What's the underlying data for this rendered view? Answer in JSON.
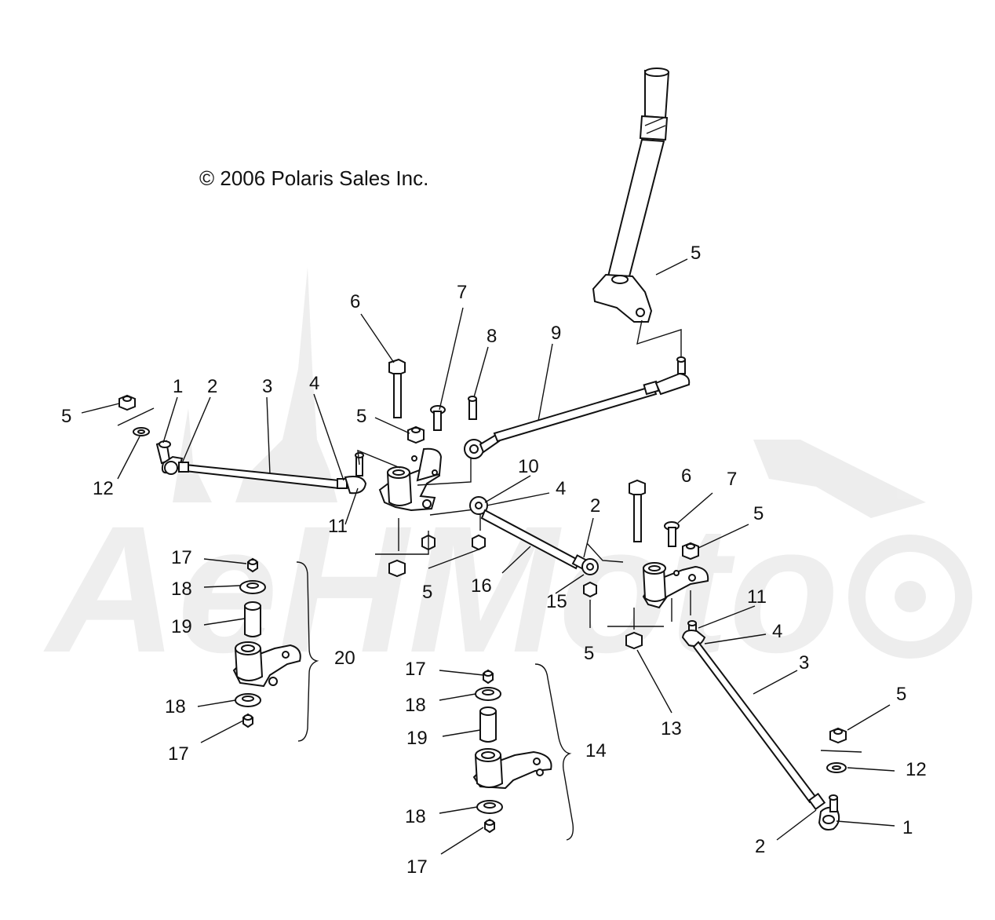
{
  "copyright": "© 2006 Polaris Sales Inc.",
  "watermark": {
    "text": "AeHMoto",
    "color": "#e8e8e8"
  },
  "colors": {
    "line": "#111111",
    "background": "#ffffff"
  },
  "callouts": [
    {
      "id": "c-1a",
      "text": "1"
    },
    {
      "id": "c-2a",
      "text": "2"
    },
    {
      "id": "c-3a",
      "text": "3"
    },
    {
      "id": "c-4a",
      "text": "4"
    },
    {
      "id": "c-5a",
      "text": "5"
    },
    {
      "id": "c-12a",
      "text": "12"
    },
    {
      "id": "c-6a",
      "text": "6"
    },
    {
      "id": "c-7a",
      "text": "7"
    },
    {
      "id": "c-8",
      "text": "8"
    },
    {
      "id": "c-9",
      "text": "9"
    },
    {
      "id": "c-5b",
      "text": "5"
    },
    {
      "id": "c-5c",
      "text": "5"
    },
    {
      "id": "c-10",
      "text": "10"
    },
    {
      "id": "c-4b",
      "text": "4"
    },
    {
      "id": "c-11a",
      "text": "11"
    },
    {
      "id": "c-5d",
      "text": "5"
    },
    {
      "id": "c-16",
      "text": "16"
    },
    {
      "id": "c-2b",
      "text": "2"
    },
    {
      "id": "c-15",
      "text": "15"
    },
    {
      "id": "c-6b",
      "text": "6"
    },
    {
      "id": "c-7b",
      "text": "7"
    },
    {
      "id": "c-5e",
      "text": "5"
    },
    {
      "id": "c-5f",
      "text": "5"
    },
    {
      "id": "c-11b",
      "text": "11"
    },
    {
      "id": "c-4c",
      "text": "4"
    },
    {
      "id": "c-13",
      "text": "13"
    },
    {
      "id": "c-3b",
      "text": "3"
    },
    {
      "id": "c-5g",
      "text": "5"
    },
    {
      "id": "c-12b",
      "text": "12"
    },
    {
      "id": "c-1b",
      "text": "1"
    },
    {
      "id": "c-2c",
      "text": "2"
    },
    {
      "id": "c-17a",
      "text": "17"
    },
    {
      "id": "c-18a",
      "text": "18"
    },
    {
      "id": "c-19a",
      "text": "19"
    },
    {
      "id": "c-20",
      "text": "20"
    },
    {
      "id": "c-18b",
      "text": "18"
    },
    {
      "id": "c-17b",
      "text": "17"
    },
    {
      "id": "c-17c",
      "text": "17"
    },
    {
      "id": "c-18c",
      "text": "18"
    },
    {
      "id": "c-19b",
      "text": "19"
    },
    {
      "id": "c-14",
      "text": "14"
    },
    {
      "id": "c-18d",
      "text": "18"
    },
    {
      "id": "c-17d",
      "text": "17"
    }
  ]
}
